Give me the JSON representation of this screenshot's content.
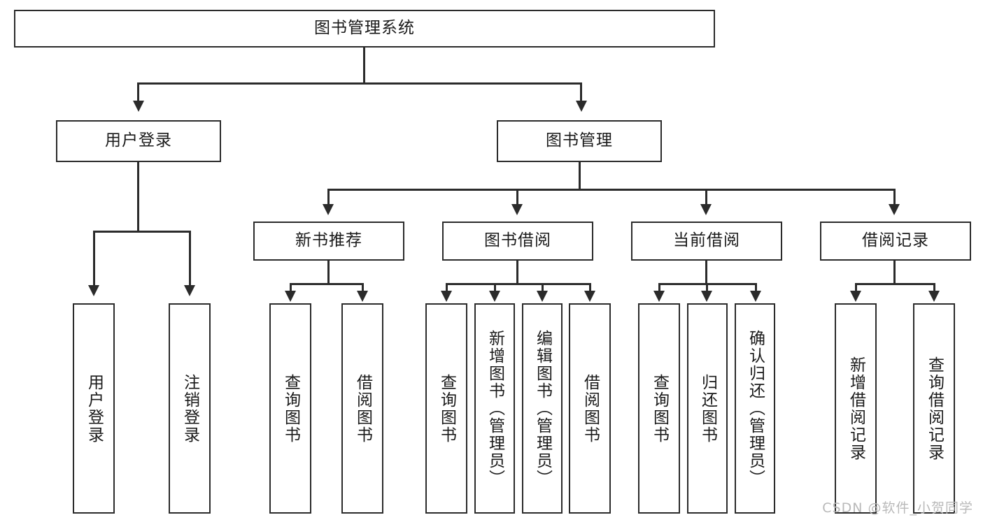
{
  "diagram": {
    "type": "tree-hierarchy",
    "title": "图书管理系统",
    "root": {
      "label": "图书管理系统",
      "name": "root-node"
    },
    "level2": [
      {
        "label": "用户登录",
        "name": "node-user-login"
      },
      {
        "label": "图书管理",
        "name": "node-book-management"
      }
    ],
    "level3": [
      {
        "label": "新书推荐",
        "name": "node-new-book-recommend"
      },
      {
        "label": "图书借阅",
        "name": "node-book-borrow"
      },
      {
        "label": "当前借阅",
        "name": "node-current-borrow"
      },
      {
        "label": "借阅记录",
        "name": "node-borrow-record"
      }
    ],
    "leaves": {
      "user_login": [
        {
          "label": "用户登录",
          "name": "leaf-user-login"
        },
        {
          "label": "注销登录",
          "name": "leaf-user-logout"
        }
      ],
      "new_book_recommend": [
        {
          "label": "查询图书",
          "name": "leaf-query-book-1"
        },
        {
          "label": "借阅图书",
          "name": "leaf-borrow-book-1"
        }
      ],
      "book_borrow": [
        {
          "label": "查询图书",
          "name": "leaf-query-book-2"
        },
        {
          "label": "新增图书（管理员）",
          "name": "leaf-add-book-admin"
        },
        {
          "label": "编辑图书（管理员）",
          "name": "leaf-edit-book-admin"
        },
        {
          "label": "借阅图书",
          "name": "leaf-borrow-book-2"
        }
      ],
      "current_borrow": [
        {
          "label": "查询图书",
          "name": "leaf-query-book-3"
        },
        {
          "label": "归还图书",
          "name": "leaf-return-book"
        },
        {
          "label": "确认归还（管理员）",
          "name": "leaf-confirm-return-admin"
        }
      ],
      "borrow_record": [
        {
          "label": "新增借阅记录",
          "name": "leaf-add-borrow-record"
        },
        {
          "label": "查询借阅记录",
          "name": "leaf-query-borrow-record"
        }
      ]
    }
  },
  "watermark": {
    "text": "CSDN @软件_小贺同学"
  },
  "colors": {
    "stroke": "#2b2b2b",
    "background": "#ffffff",
    "text": "#1a1a1a",
    "watermark": "#b9b9b9"
  }
}
